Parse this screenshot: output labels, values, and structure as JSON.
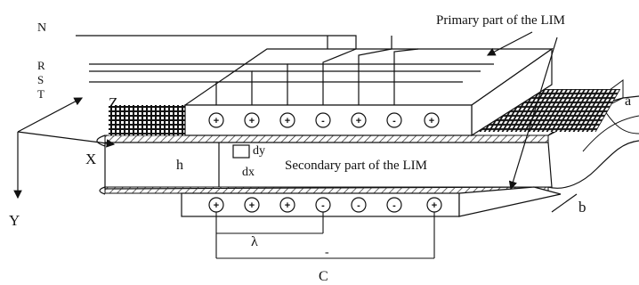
{
  "labels": {
    "primary": "Primary part of the LIM",
    "secondary": "Secondary part of the LIM",
    "phase_n": "N",
    "phase_r": "R",
    "phase_s": "S",
    "phase_t": "T",
    "axis_z": "Z",
    "axis_x": "X",
    "axis_y": "Y",
    "h": "h",
    "dy": "dy",
    "dx": "dx",
    "lambda": "λ",
    "c": "C",
    "a": "a",
    "b": "b",
    "c_dim_mark": "-"
  },
  "upper_conductors": [
    "+",
    "+",
    "+",
    "-",
    "+",
    "-",
    "+"
  ],
  "lower_conductors": [
    "+",
    "+",
    "+",
    "-",
    "-",
    "-",
    "+"
  ]
}
